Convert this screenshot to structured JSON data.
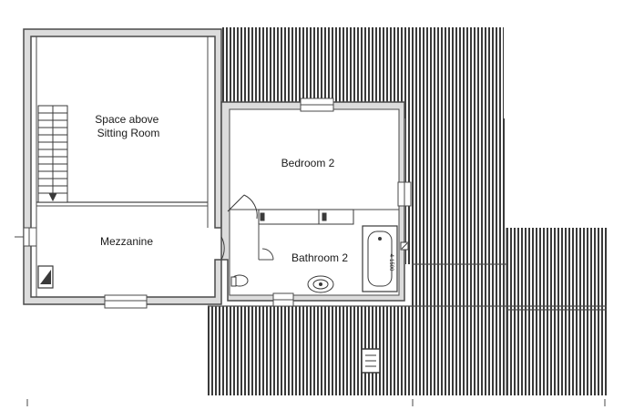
{
  "plan": {
    "rooms": [
      {
        "id": "space-above",
        "lines": [
          "Space above",
          "Sitting Room"
        ]
      },
      {
        "id": "bedroom-2",
        "lines": [
          "Bedroom 2"
        ]
      },
      {
        "id": "mezzanine",
        "lines": [
          "Mezzanine"
        ]
      },
      {
        "id": "bathroom-2",
        "lines": [
          "Bathroom 2"
        ]
      }
    ],
    "bath_tag": "4-1500",
    "colors": {
      "wall": "#4a4a4a",
      "wall_fill": "#dcdcdc",
      "roof_stripe": "#3a3a3a",
      "background": "#ffffff"
    }
  }
}
